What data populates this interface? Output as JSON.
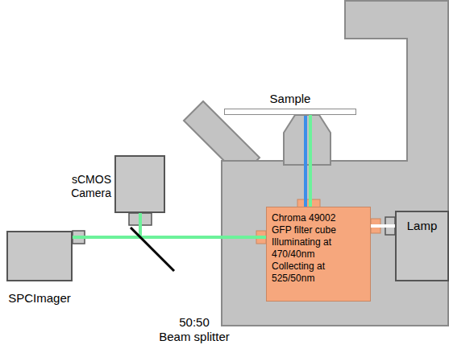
{
  "diagram": {
    "nodes": [
      {
        "text": [
          "Sample"
        ]
      },
      {
        "text": [
          "sCMOS Camera"
        ]
      },
      {
        "text": [
          "Chroma 49002 GFP filter cube Illuminating at 470/40nm Collecting at 525/50nm"
        ]
      },
      {
        "text": [
          "Lamp"
        ]
      },
      {
        "text": [
          "SPCImager"
        ]
      },
      {
        "text": [
          "50:50 Beam splitter"
        ]
      }
    ],
    "edges": [
      {
        "from": 3,
        "to": 2,
        "arrow": "none"
      },
      {
        "from": 2,
        "to": 0,
        "arrow": "none"
      },
      {
        "from": 2,
        "to": 5,
        "arrow": "none"
      },
      {
        "from": 5,
        "to": 1,
        "arrow": "none"
      },
      {
        "from": 5,
        "to": 4,
        "arrow": "none"
      }
    ]
  }
}
